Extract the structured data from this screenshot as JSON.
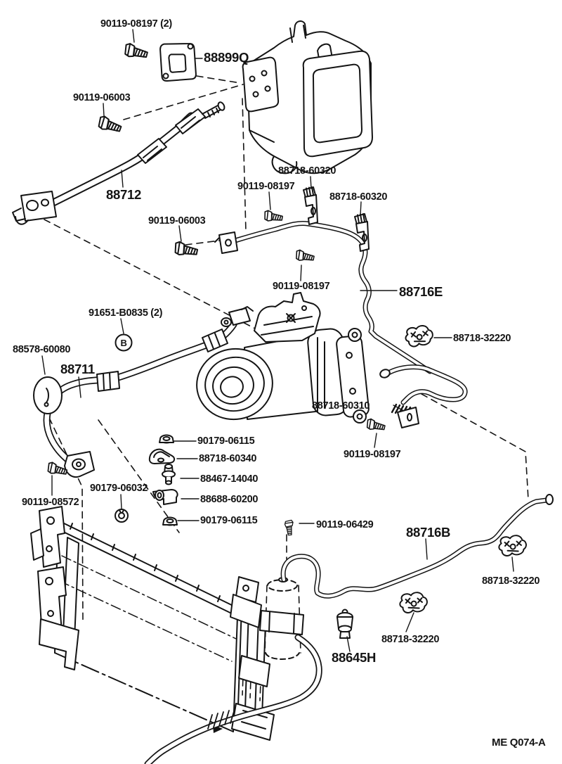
{
  "meta": {
    "doc_code": "ME Q074-A"
  },
  "colors": {
    "ink": "#141414",
    "paper": "#ffffff"
  },
  "callouts": {
    "circled_b": "B"
  },
  "labels": [
    {
      "text": "90119-08197 (2)"
    },
    {
      "text": "88899Q"
    },
    {
      "text": "90119-06003"
    },
    {
      "text": "88712"
    },
    {
      "text": "88718-60320"
    },
    {
      "text": "90119-08197"
    },
    {
      "text": "88718-60320"
    },
    {
      "text": "90119-06003"
    },
    {
      "text": "90119-08197"
    },
    {
      "text": "88716E"
    },
    {
      "text": "91651-B0835 (2)"
    },
    {
      "text": "88718-32220"
    },
    {
      "text": "88578-60080"
    },
    {
      "text": "88711"
    },
    {
      "text": "88718-60310"
    },
    {
      "text": "90179-06115"
    },
    {
      "text": "88718-60340"
    },
    {
      "text": "90119-08197"
    },
    {
      "text": "88467-14040"
    },
    {
      "text": "90179-06032"
    },
    {
      "text": "88688-60200"
    },
    {
      "text": "90119-08572"
    },
    {
      "text": "90179-06115"
    },
    {
      "text": "90119-06429"
    },
    {
      "text": "88716B"
    },
    {
      "text": "88718-32220"
    },
    {
      "text": "88718-32220"
    },
    {
      "text": "88645H"
    }
  ]
}
